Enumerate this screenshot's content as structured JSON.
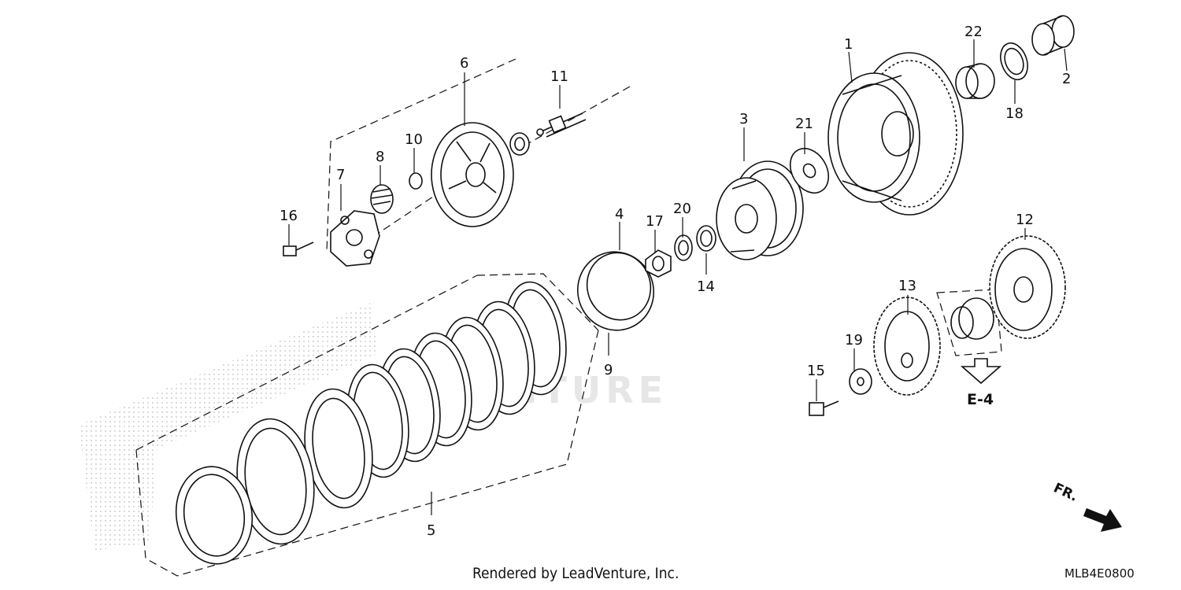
{
  "diagram": {
    "callouts": [
      {
        "id": "p1",
        "label": "1"
      },
      {
        "id": "p2",
        "label": "2"
      },
      {
        "id": "p3",
        "label": "3"
      },
      {
        "id": "p4",
        "label": "4"
      },
      {
        "id": "p5",
        "label": "5"
      },
      {
        "id": "p6",
        "label": "6"
      },
      {
        "id": "p7",
        "label": "7"
      },
      {
        "id": "p8",
        "label": "8"
      },
      {
        "id": "p9",
        "label": "9"
      },
      {
        "id": "p10",
        "label": "10"
      },
      {
        "id": "p11",
        "label": "11"
      },
      {
        "id": "p12",
        "label": "12"
      },
      {
        "id": "p13",
        "label": "13"
      },
      {
        "id": "p14",
        "label": "14"
      },
      {
        "id": "p15",
        "label": "15"
      },
      {
        "id": "p16",
        "label": "16"
      },
      {
        "id": "p17",
        "label": "17"
      },
      {
        "id": "p18",
        "label": "18"
      },
      {
        "id": "p19",
        "label": "19"
      },
      {
        "id": "p20",
        "label": "20"
      },
      {
        "id": "p21",
        "label": "21"
      },
      {
        "id": "p22",
        "label": "22"
      }
    ],
    "reference_label": "E-4",
    "direction_label": "FR.",
    "watermark": "VENTURE",
    "footer_text": "Rendered by LeadVenture, Inc.",
    "diagram_code": "MLB4E0800"
  }
}
